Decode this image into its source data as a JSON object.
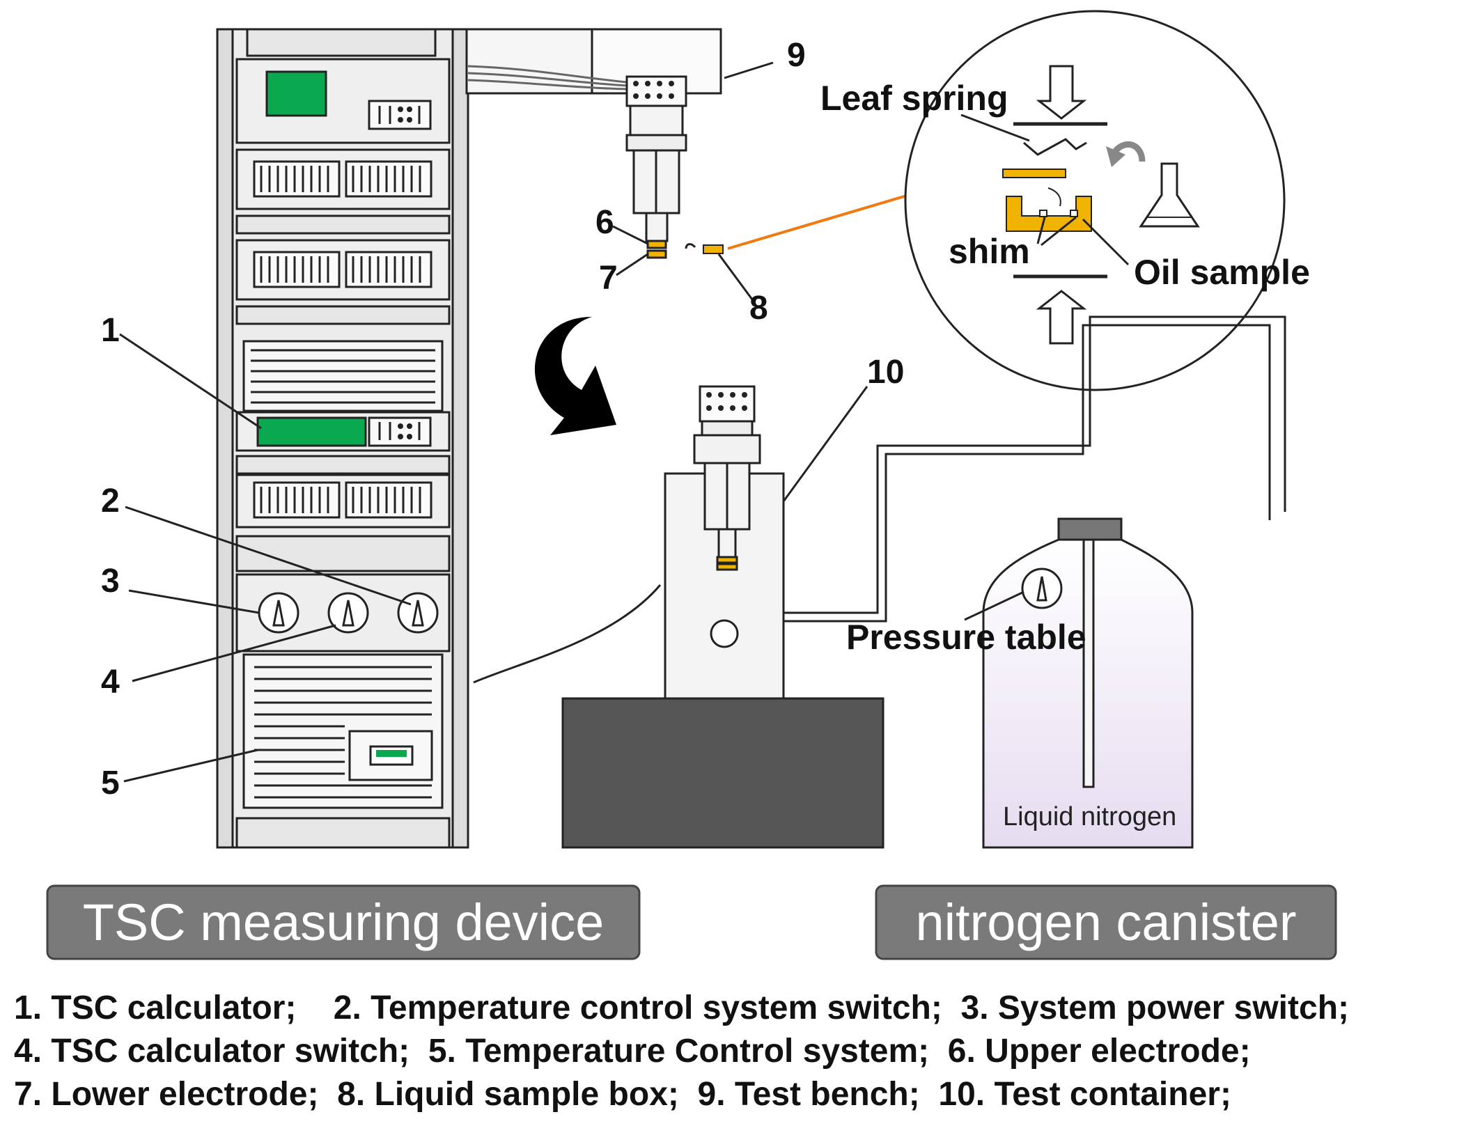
{
  "labels": {
    "n1": "1",
    "n2": "2",
    "n3": "3",
    "n4": "4",
    "n5": "5",
    "n6": "6",
    "n7": "7",
    "n8": "8",
    "n9": "9",
    "n10": "10"
  },
  "callouts": {
    "leaf_spring": "Leaf spring",
    "shim": "shim",
    "oil_sample": "Oil sample",
    "pressure_table": "Pressure table",
    "liquid_nitrogen": "Liquid nitrogen"
  },
  "panels": {
    "tsc_device": "TSC measuring device",
    "nitrogen_canister": "nitrogen canister"
  },
  "legend": {
    "line1": "1. TSC calculator;    2. Temperature control system switch;  3. System power switch;",
    "line2": "4. TSC calculator switch;  5. Temperature Control system;  6. Upper electrode;",
    "line3": "7. Lower electrode;  8. Liquid sample box;  9. Test bench;  10. Test container;"
  },
  "colors": {
    "display_green": "#0aa84f",
    "sample_yellow": "#f0b400",
    "leader_orange": "#f07a10",
    "bench_dark": "#555555",
    "panel_gray": "#7a7a7a",
    "bottle_fill": "#ece6f4"
  }
}
